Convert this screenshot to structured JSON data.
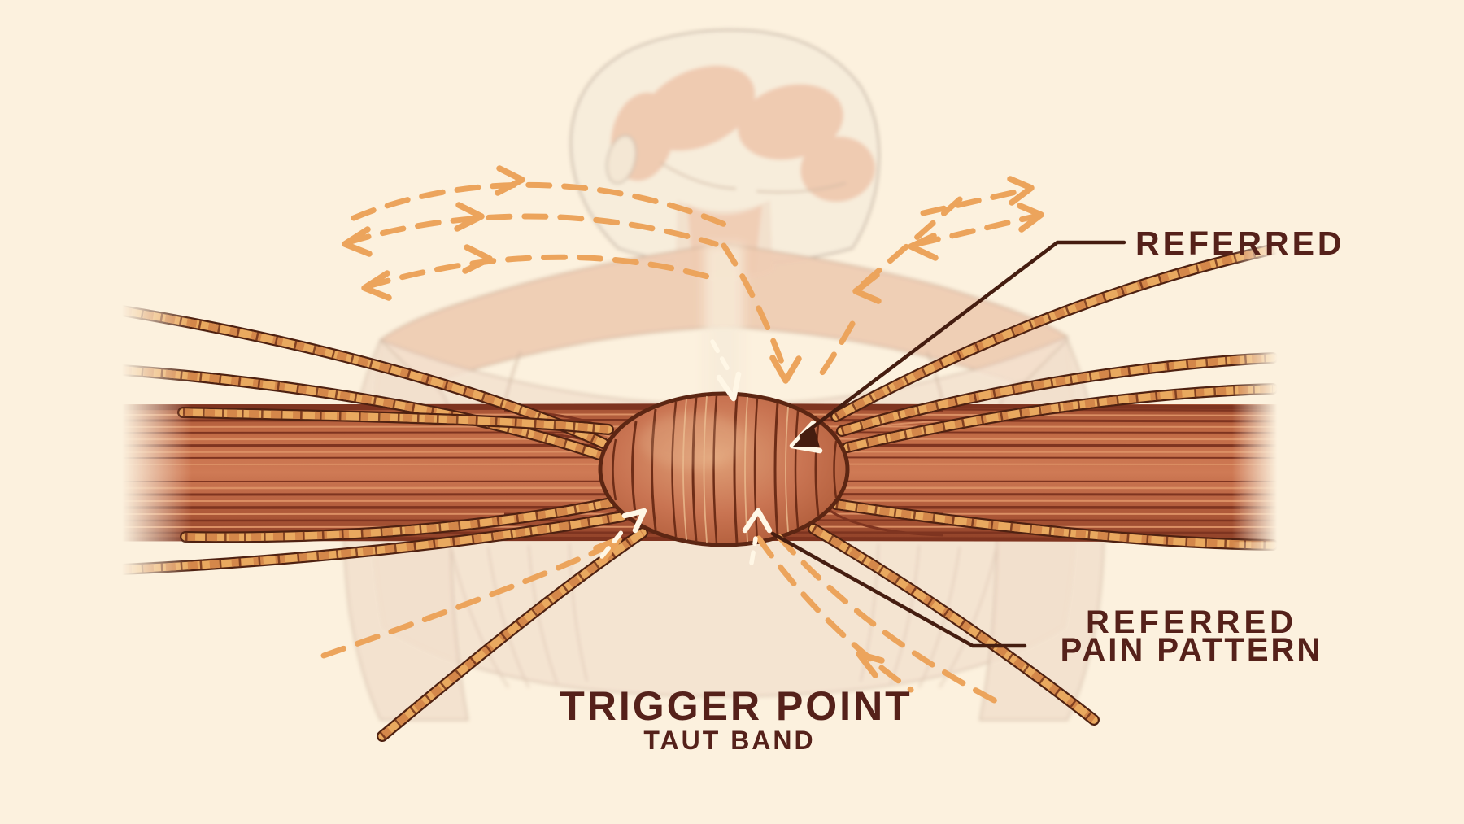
{
  "illustration": {
    "subject": "trigger point referred pain medical illustration",
    "view": "back of head, neck and shoulders with horizontal taut muscle band and central knot"
  },
  "labels": {
    "referred": "REFERRED",
    "referred_pain_pattern_line1": "REFERRED",
    "referred_pain_pattern_line2": "PAIN PATTERN",
    "trigger_point": "TRIGGER POINT",
    "taut_band": "TAUT BAND"
  },
  "icons": {
    "dashed-arrow": "orange dashed curve with open chevron arrowhead (referred pain direction)",
    "white-arrow": "white chevron arrow pointing into the trigger point knot",
    "leader-line": "dark elbow line connecting label to anatomy"
  },
  "colors": {
    "background": "#FCF1DE",
    "label_text": "#55211A",
    "leader_line": "#451D10",
    "arrow_orange": "#ECA45C",
    "band_muscle": "#B85C3C",
    "band_fiber_dark": "#7E3420",
    "band_fiber_light": "#DB8F64",
    "knot_muscle": "#C97452",
    "knot_outline": "#5C2613",
    "rope_fill": "#E9A95F",
    "rope_outline": "#4E2111",
    "dash_white": "#FFF7E6",
    "body_skin": "#F2E2D0",
    "body_muscle": "#ECC2A8"
  }
}
